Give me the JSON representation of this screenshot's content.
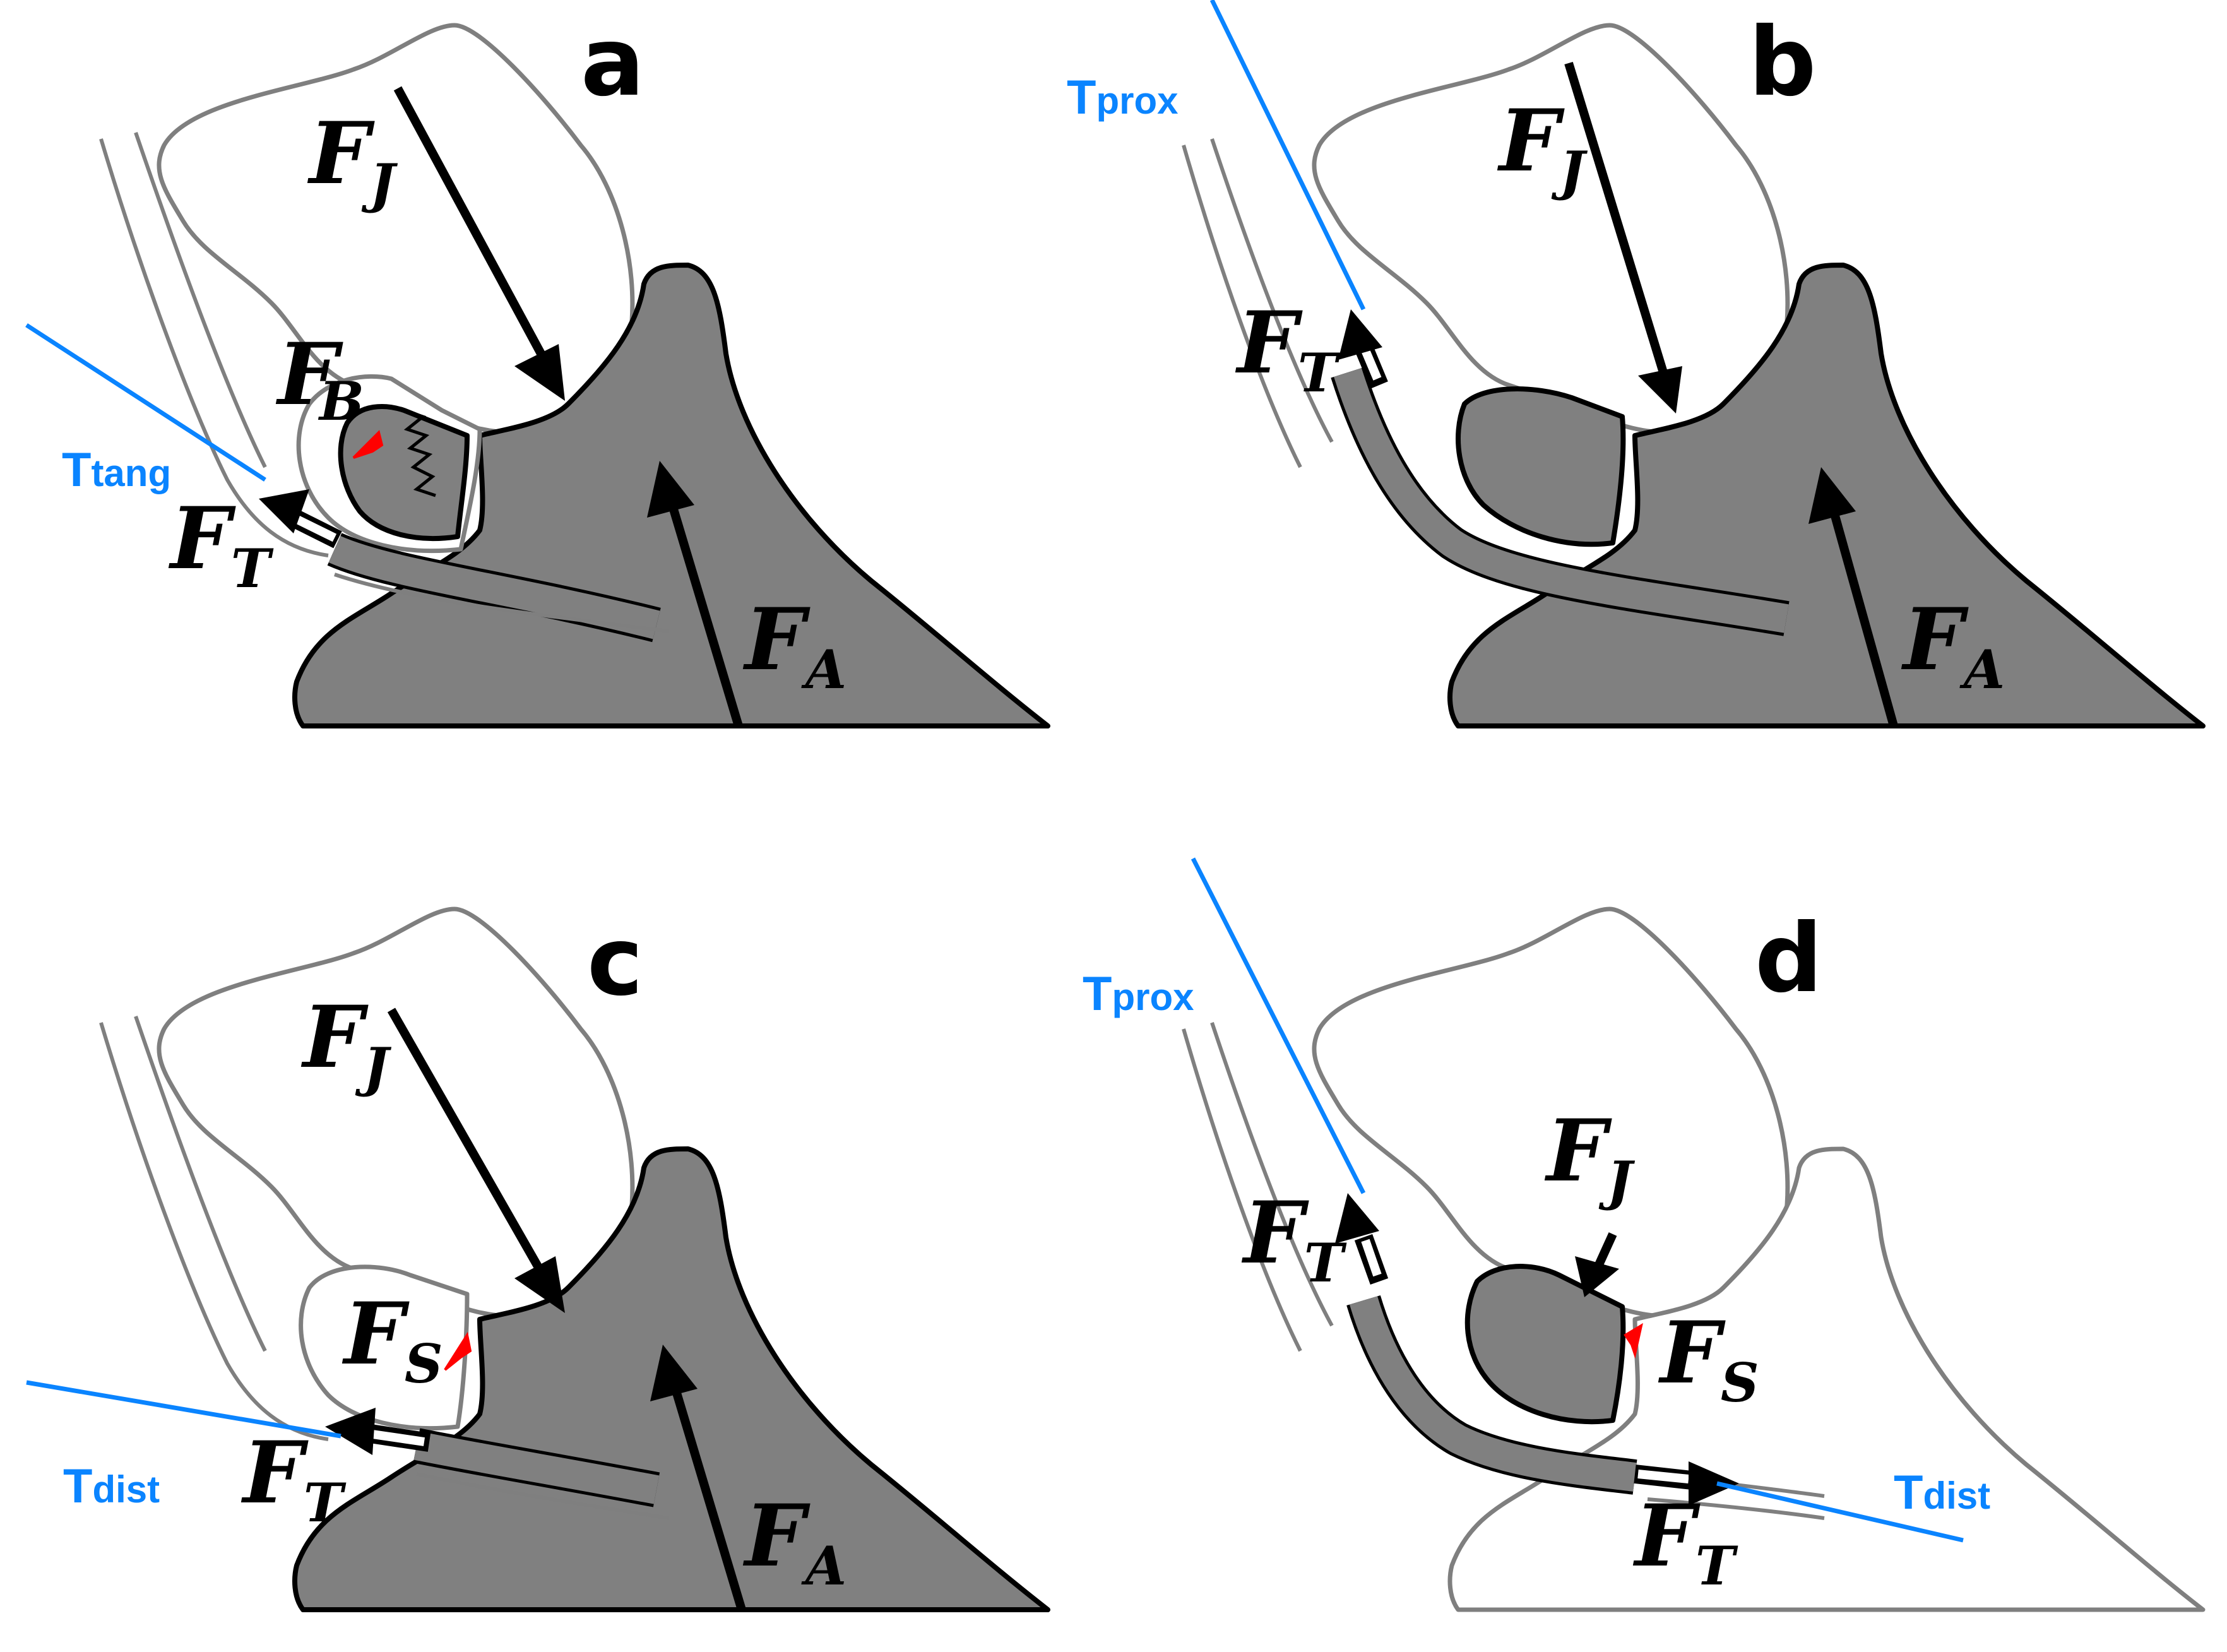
{
  "colors": {
    "tendon_line": "#0a84ff",
    "bone_grey": "#808080",
    "bone_outline": "#7f7f7f",
    "force_arrow": "#000000",
    "small_force_arrow": "#ff0000"
  },
  "panels": {
    "a": {
      "letter": "a",
      "fj": {
        "main": "F",
        "sub": "J"
      },
      "fb": {
        "main": "F",
        "sub": "B"
      },
      "ft": {
        "main": "F",
        "sub": "T"
      },
      "fa": {
        "main": "F",
        "sub": "A"
      },
      "tline": {
        "main": "T",
        "sub": "tang"
      }
    },
    "b": {
      "letter": "b",
      "fj": {
        "main": "F",
        "sub": "J"
      },
      "ft": {
        "main": "F",
        "sub": "T"
      },
      "fa": {
        "main": "F",
        "sub": "A"
      },
      "tline": {
        "main": "T",
        "sub": "prox"
      }
    },
    "c": {
      "letter": "c",
      "fj": {
        "main": "F",
        "sub": "J"
      },
      "fs": {
        "main": "F",
        "sub": "S"
      },
      "ft": {
        "main": "F",
        "sub": "T"
      },
      "fa": {
        "main": "F",
        "sub": "A"
      },
      "tline": {
        "main": "T",
        "sub": "dist"
      }
    },
    "d": {
      "letter": "d",
      "fj": {
        "main": "F",
        "sub": "J"
      },
      "fs": {
        "main": "F",
        "sub": "S"
      },
      "ft_upper": {
        "main": "F",
        "sub": "T"
      },
      "ft_lower": {
        "main": "F",
        "sub": "T"
      },
      "tline_prox": {
        "main": "T",
        "sub": "prox"
      },
      "tline_dist": {
        "main": "T",
        "sub": "dist"
      }
    }
  }
}
